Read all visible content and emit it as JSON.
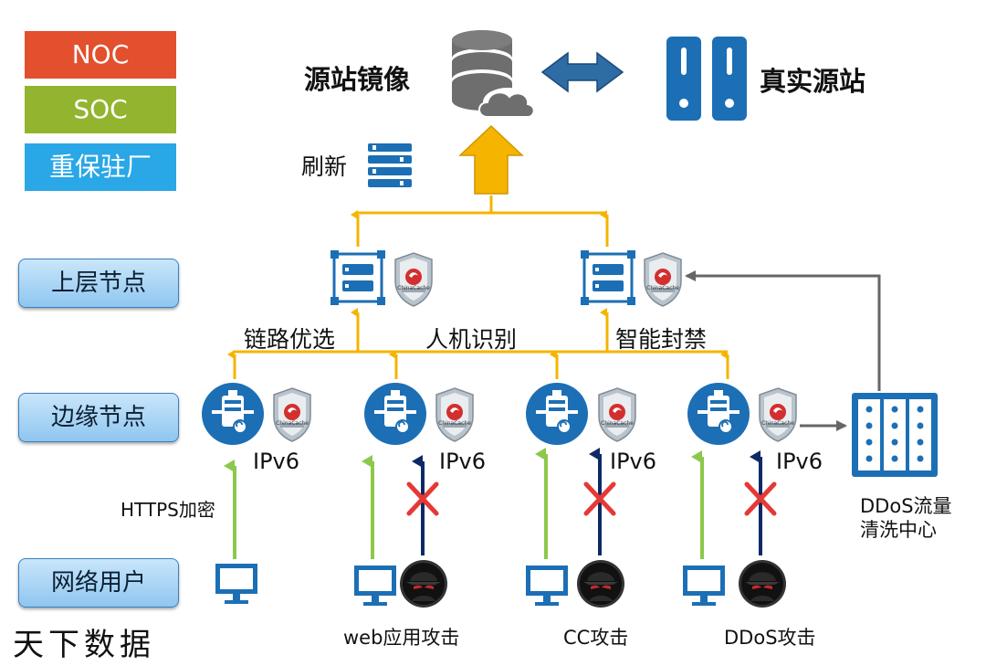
{
  "legend": {
    "noc": {
      "label": "NOC",
      "color": "#e2502d"
    },
    "soc": {
      "label": "SOC",
      "color": "#93b42e"
    },
    "onsite": {
      "label": "重保驻厂",
      "color": "#2aa7e6"
    }
  },
  "tiers": {
    "upper": "上层节点",
    "edge": "边缘节点",
    "users": "网络用户"
  },
  "top": {
    "mirror_label": "源站镜像",
    "origin_label": "真实源站",
    "refresh_label": "刷新"
  },
  "upper_features": [
    "链路优选",
    "人机识别",
    "智能封禁"
  ],
  "edge_protocol_labels": [
    "IPv6",
    "IPv6",
    "IPv6",
    "IPv6"
  ],
  "https_label": "HTTPS加密",
  "shield_brand": "ChinaCache",
  "ddos_center": [
    "DDoS流量",
    "清洗中心"
  ],
  "attacks": [
    "web应用攻击",
    "CC攻击",
    "DDoS攻击"
  ],
  "watermark": "天下数据",
  "colors": {
    "primary_blue": "#1c6fb5",
    "link_yellow": "#f4b400",
    "user_green": "#8cc84b",
    "attack_navy": "#0e2a66",
    "block_red": "#e53935",
    "gray_line": "#7a7a7a"
  }
}
